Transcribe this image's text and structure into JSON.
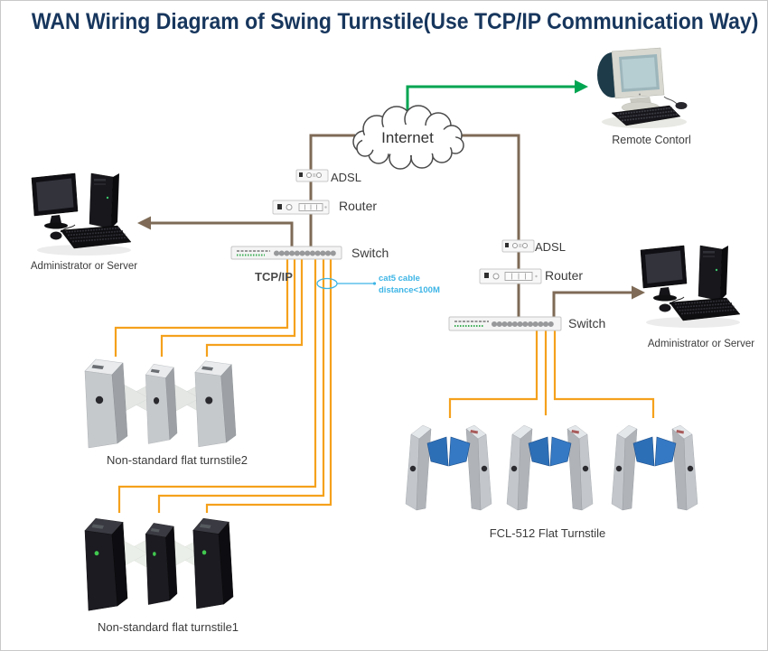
{
  "title": "WAN Wiring Diagram of Swing Turnstile(Use TCP/IP Communication Way)",
  "colors": {
    "title": "#17365d",
    "brown": "#7e6a56",
    "green": "#00a551",
    "orange": "#f5a11c",
    "cyan": "#3db5e6",
    "label": "#3b3b3b"
  },
  "internet": {
    "label": "Internet"
  },
  "remote_control": {
    "label": "Remote Contorl"
  },
  "left": {
    "adsl": "ADSL",
    "router": "Router",
    "switch": "Switch",
    "tcpip": "TCP/IP",
    "admin": "Administrator or Server",
    "turnstile2": "Non-standard flat turnstile2",
    "turnstile1": "Non-standard flat turnstile1"
  },
  "right": {
    "adsl": "ADSL",
    "router": "Router",
    "switch": "Switch",
    "admin": "Administrator or Server",
    "fcl": "FCL-512 Flat Turnstile"
  },
  "cable_note": {
    "line1": "cat5 cable",
    "line2": "distance<100M"
  }
}
